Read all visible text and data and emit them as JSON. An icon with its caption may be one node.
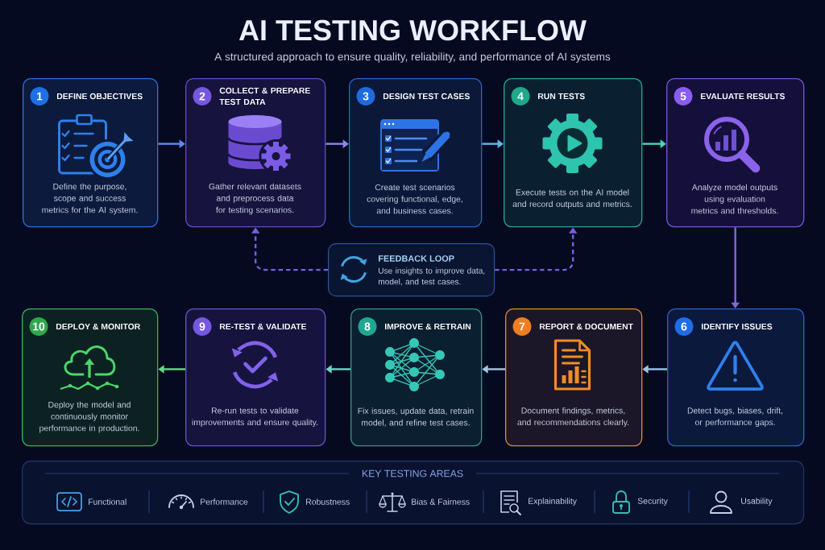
{
  "diagram": {
    "title": "AI TESTING WORKFLOW",
    "nodes": [
      {
        "text": [
          "DEFINE OBJECTIVES",
          "Define the purpose, scope and success metrics for the AI system."
        ]
      },
      {
        "text": [
          "1"
        ],
        "in": 0
      },
      {
        "text": [
          "COLLECT & PREPARE TEST DATA",
          "Gather relevant datasets and preprocess data for testing scenarios."
        ]
      },
      {
        "text": [
          "2"
        ],
        "in": 2
      },
      {
        "text": [
          "DESIGN TEST CASES",
          "Create test scenarios covering functional, edge, and business cases."
        ]
      },
      {
        "text": [
          "3"
        ],
        "in": 4
      },
      {
        "text": [
          "RUN TESTS",
          "Execute tests on the AI model and record outputs and metrics."
        ]
      },
      {
        "text": [
          "4"
        ],
        "in": 6
      },
      {
        "text": [
          "EVALUATE RESULTS",
          "Analyze model outputs using evaluation metrics and thresholds."
        ]
      },
      {
        "text": [
          "5"
        ],
        "in": 8
      },
      {
        "text": [
          "FEEDBACK LOOP",
          "Use insights to improve data, model, and test cases."
        ]
      },
      {
        "text": [
          "DEPLOY & MONITOR",
          "Deploy the model and continuously monitor performance in production."
        ]
      },
      {
        "text": [
          "10"
        ],
        "in": 11
      },
      {
        "text": [
          "RE-TEST & VALIDATE",
          "Re-run tests to validate improvements and ensure quality."
        ]
      },
      {
        "text": [
          "9"
        ],
        "in": 13
      },
      {
        "text": [
          "IMPROVE & RETRAIN",
          "Fix issues, update data, retrain model, and refine test cases."
        ]
      },
      {
        "text": [
          "8"
        ],
        "in": 15
      },
      {
        "text": [
          "REPORT & DOCUMENT",
          "Document findings, metrics, and recommendations clearly."
        ]
      },
      {
        "text": [
          "7"
        ],
        "in": 17
      },
      {
        "text": [
          "IDENTIFY ISSUES",
          "Detect bugs, biases, drift, or performance gaps."
        ]
      },
      {
        "text": [
          "6"
        ],
        "in": 19
      },
      {
        "text": [
          "KEY TESTING AREAS",
          "Functional",
          "Performance",
          "Robustness",
          "Bias & Fairness",
          "Explainability",
          "Security",
          "Usability"
        ]
      }
    ],
    "edges": [
      {
        "from": 0,
        "to": 2,
        "arrow": "to",
        "color": "#5b8def"
      },
      {
        "from": 2,
        "to": 4,
        "arrow": "to",
        "color": "#8d86e8"
      },
      {
        "from": 4,
        "to": 6,
        "arrow": "to",
        "color": "#62b6ec"
      },
      {
        "from": 6,
        "to": 8,
        "arrow": "to",
        "color": "#4fd3b9"
      },
      {
        "from": 8,
        "to": 19,
        "arrow": "to",
        "color": "#8468e0"
      },
      {
        "from": 19,
        "to": 17,
        "arrow": "to",
        "color": "#9fc4ea"
      },
      {
        "from": 17,
        "to": 15,
        "arrow": "to",
        "color": "#a8c5e4"
      },
      {
        "from": 15,
        "to": 13,
        "arrow": "to",
        "color": "#6dd6c6"
      },
      {
        "from": 13,
        "to": 11,
        "arrow": "to",
        "color": "#5edb82"
      },
      {
        "from": 10,
        "to": 2,
        "arrow": "to",
        "style": "dashed",
        "color": "#7a5ee0"
      },
      {
        "from": 10,
        "to": 6,
        "arrow": "to",
        "style": "dashed",
        "color": "#7a5ee0"
      }
    ],
    "labels": [
      "A structured approach to ensure quality, reliability, and performance of AI systems"
    ]
  }
}
